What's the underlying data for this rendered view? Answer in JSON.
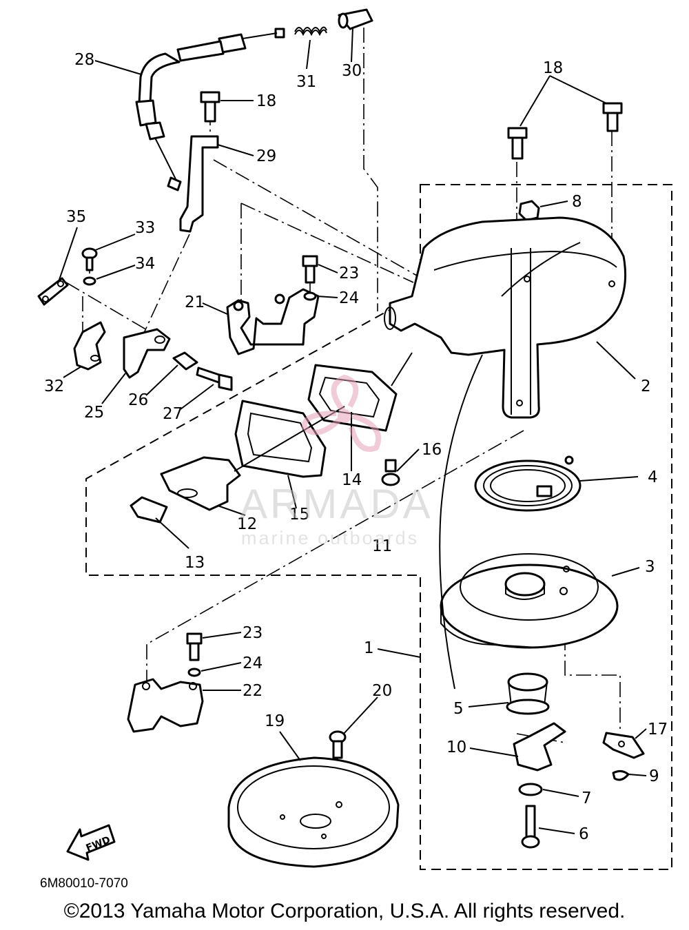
{
  "callouts": {
    "c1": "1",
    "c2": "2",
    "c3": "3",
    "c4": "4",
    "c5": "5",
    "c6": "6",
    "c7": "7",
    "c8": "8",
    "c9": "9",
    "c10": "10",
    "c11": "11",
    "c12": "12",
    "c13": "13",
    "c14": "14",
    "c15": "15",
    "c16": "16",
    "c17": "17",
    "c18": "18",
    "c18b": "18",
    "c19": "19",
    "c20": "20",
    "c21": "21",
    "c22": "22",
    "c23": "23",
    "c23b": "23",
    "c24": "24",
    "c24b": "24",
    "c25": "25",
    "c26": "26",
    "c27": "27",
    "c28": "28",
    "c29": "29",
    "c30": "30",
    "c31": "31",
    "c32": "32",
    "c33": "33",
    "c34": "34",
    "c35": "35"
  },
  "fwd_label": "FWD",
  "diagram_code": "6M80010-7070",
  "watermark": {
    "brand": "ARMADA",
    "tagline": "marine outboards"
  },
  "copyright": "©2013 Yamaha Motor Corporation, U.S.A. All rights reserved."
}
